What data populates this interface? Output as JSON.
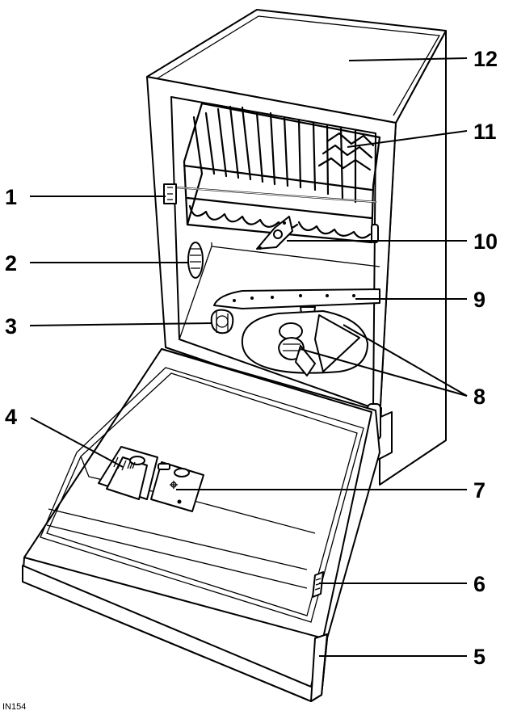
{
  "figure_code": "IN154",
  "callouts": [
    {
      "id": "callout-1",
      "label": "1"
    },
    {
      "id": "callout-2",
      "label": "2"
    },
    {
      "id": "callout-3",
      "label": "3"
    },
    {
      "id": "callout-4",
      "label": "4"
    },
    {
      "id": "callout-5",
      "label": "5"
    },
    {
      "id": "callout-6",
      "label": "6"
    },
    {
      "id": "callout-7",
      "label": "7"
    },
    {
      "id": "callout-8",
      "label": "8"
    },
    {
      "id": "callout-9",
      "label": "9"
    },
    {
      "id": "callout-10",
      "label": "10"
    },
    {
      "id": "callout-11",
      "label": "11"
    },
    {
      "id": "callout-12",
      "label": "12"
    }
  ]
}
